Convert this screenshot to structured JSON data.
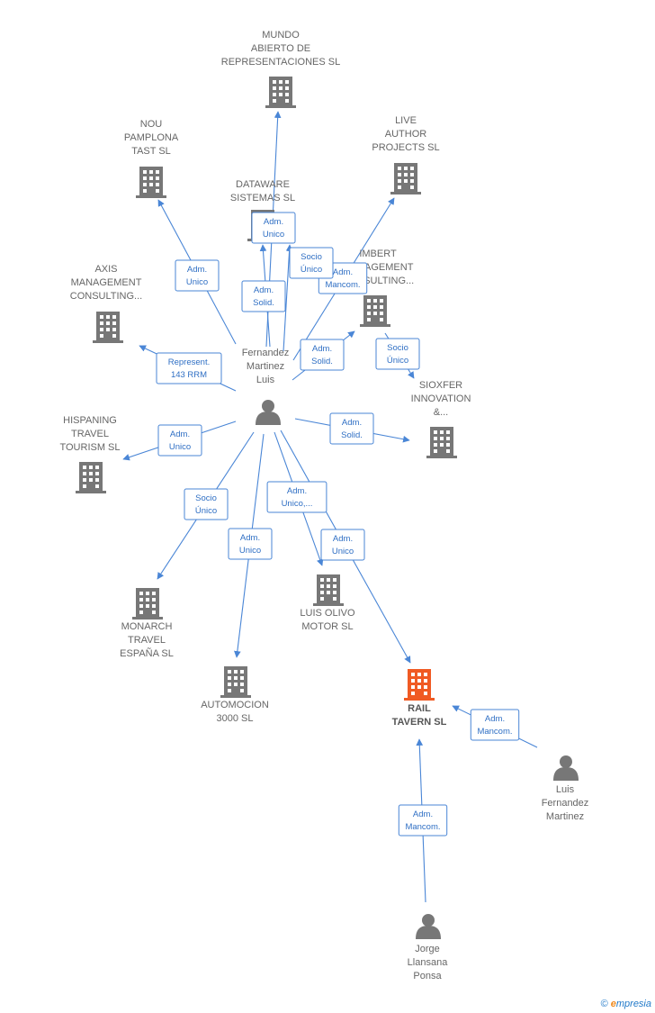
{
  "colors": {
    "company": "#777777",
    "company_highlight": "#f05a23",
    "person": "#777777",
    "edge": "#4a86d6"
  },
  "nodes": [
    {
      "id": "mundo",
      "type": "company",
      "label": [
        "MUNDO",
        "ABIERTO DE",
        "REPRESENTACIONES SL"
      ]
    },
    {
      "id": "nou",
      "type": "company",
      "label": [
        "NOU",
        "PAMPLONA",
        "TAST  SL"
      ]
    },
    {
      "id": "live",
      "type": "company",
      "label": [
        "LIVE",
        "AUTHOR",
        "PROJECTS  SL"
      ]
    },
    {
      "id": "dataware",
      "type": "company",
      "label": [
        "DATAWARE",
        "SISTEMAS SL"
      ]
    },
    {
      "id": "imbert",
      "type": "company",
      "label": [
        "IMBERT",
        "MANAGEMENT",
        "CONSULTING..."
      ]
    },
    {
      "id": "axis",
      "type": "company",
      "label": [
        "AXIS",
        "MANAGEMENT",
        "CONSULTING..."
      ]
    },
    {
      "id": "sioxfer",
      "type": "company",
      "label": [
        "SIOXFER",
        "INNOVATION",
        "&..."
      ]
    },
    {
      "id": "hispaning",
      "type": "company",
      "label": [
        "HISPANING",
        "TRAVEL",
        "TOURISM  SL"
      ]
    },
    {
      "id": "monarch",
      "type": "company",
      "label": [
        "MONARCH",
        "TRAVEL",
        "ESPAÑA SL"
      ]
    },
    {
      "id": "luisolivo",
      "type": "company",
      "label": [
        "LUIS OLIVO",
        "MOTOR  SL"
      ]
    },
    {
      "id": "automocion",
      "type": "company",
      "label": [
        "AUTOMOCION",
        "3000  SL"
      ]
    },
    {
      "id": "rail",
      "type": "company",
      "highlight": true,
      "label": [
        "RAIL",
        "TAVERN  SL"
      ]
    },
    {
      "id": "fml",
      "type": "person",
      "label": [
        "Fernandez",
        "Martinez",
        "Luis"
      ]
    },
    {
      "id": "lfm",
      "type": "person",
      "label": [
        "Luis",
        "Fernandez",
        "Martinez"
      ]
    },
    {
      "id": "jlp",
      "type": "person",
      "label": [
        "Jorge",
        "Llansana",
        "Ponsa"
      ]
    }
  ],
  "edges": [
    {
      "from": "fml",
      "to": "mundo",
      "label": [
        "Adm.",
        "Unico"
      ]
    },
    {
      "from": "fml",
      "to": "dataware",
      "label": [
        "Adm.",
        "Solid."
      ]
    },
    {
      "from": "fml",
      "to": "nou",
      "label": [
        "Adm.",
        "Unico"
      ]
    },
    {
      "from": "fml",
      "to": "live",
      "label": [
        "Adm.",
        "Mancom."
      ]
    },
    {
      "from": "fml",
      "to": "imbert",
      "label": [
        "Socio",
        "Único"
      ]
    },
    {
      "from": "fml",
      "to": "imbert",
      "label": [
        "Adm.",
        "Solid."
      ]
    },
    {
      "from": "imbert",
      "to": "sioxfer",
      "label": [
        "Socio",
        "Único"
      ]
    },
    {
      "from": "fml",
      "to": "axis",
      "label": [
        "Represent.",
        "143 RRM"
      ]
    },
    {
      "from": "fml",
      "to": "hispaning",
      "label": [
        "Adm.",
        "Unico"
      ]
    },
    {
      "from": "fml",
      "to": "sioxfer",
      "label": [
        "Adm.",
        "Solid."
      ]
    },
    {
      "from": "fml",
      "to": "monarch",
      "label": [
        "Socio",
        "Único"
      ]
    },
    {
      "from": "fml",
      "to": "automocion",
      "label": [
        "Adm.",
        "Unico"
      ]
    },
    {
      "from": "fml",
      "to": "luisolivo",
      "label": [
        "Adm.",
        "Unico,..."
      ]
    },
    {
      "from": "fml",
      "to": "rail",
      "label": [
        "Adm.",
        "Unico"
      ]
    },
    {
      "from": "lfm",
      "to": "rail",
      "label": [
        "Adm.",
        "Mancom."
      ]
    },
    {
      "from": "jlp",
      "to": "rail",
      "label": [
        "Adm.",
        "Mancom."
      ]
    }
  ],
  "credit": {
    "copyright": "©",
    "brand_first": "e",
    "brand_rest": "mpresia"
  }
}
